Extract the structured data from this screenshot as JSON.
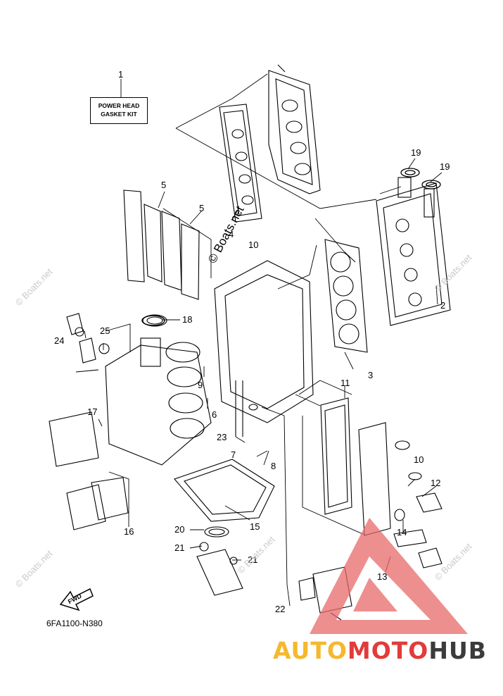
{
  "kit_label": {
    "line1": "POWER HEAD",
    "line2": "GASKET KIT"
  },
  "diagram_code": "6FA1100-N380",
  "fwd_label": "FWD",
  "watermark_text": "© Boats.net",
  "brand": {
    "part1": "AUTO",
    "part2": "MOTO",
    "part3": "HUB"
  },
  "callouts": [
    "1",
    "2",
    "3",
    "4",
    "5",
    "5",
    "6",
    "7",
    "8",
    "9",
    "10",
    "10",
    "11",
    "12",
    "13",
    "14",
    "15",
    "16",
    "17",
    "18",
    "19",
    "19",
    "20",
    "21",
    "21",
    "22",
    "23",
    "24",
    "25"
  ],
  "colors": {
    "brand_yellow": "#f5b82e",
    "brand_red": "#e23b3b",
    "brand_gray": "#3b3b3b",
    "logo_triangle": "#e86a6a"
  }
}
